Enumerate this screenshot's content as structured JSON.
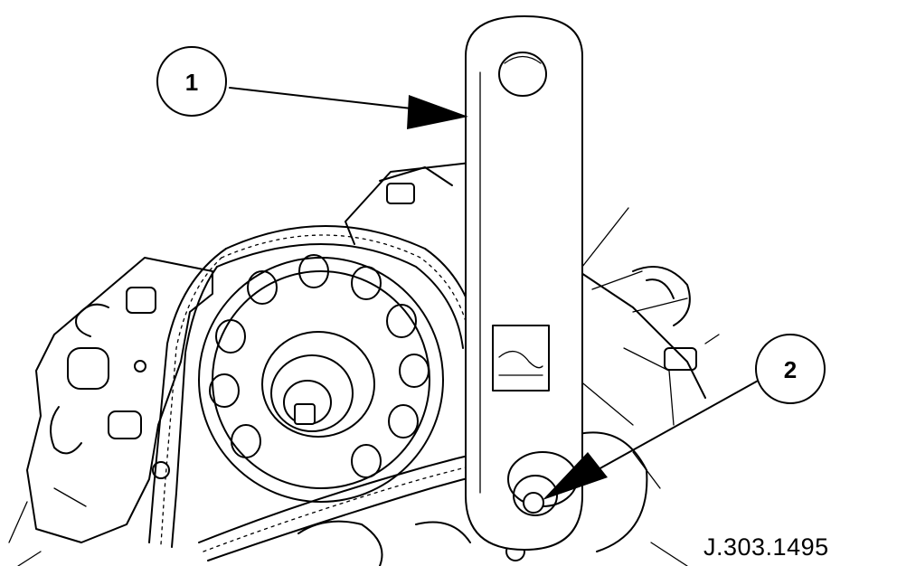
{
  "callouts": [
    {
      "number": "1",
      "meaning": ""
    },
    {
      "number": "2",
      "meaning": ""
    }
  ],
  "reference_code": "J.303.1495",
  "colors": {
    "ink": "#000000",
    "paper": "#ffffff"
  }
}
